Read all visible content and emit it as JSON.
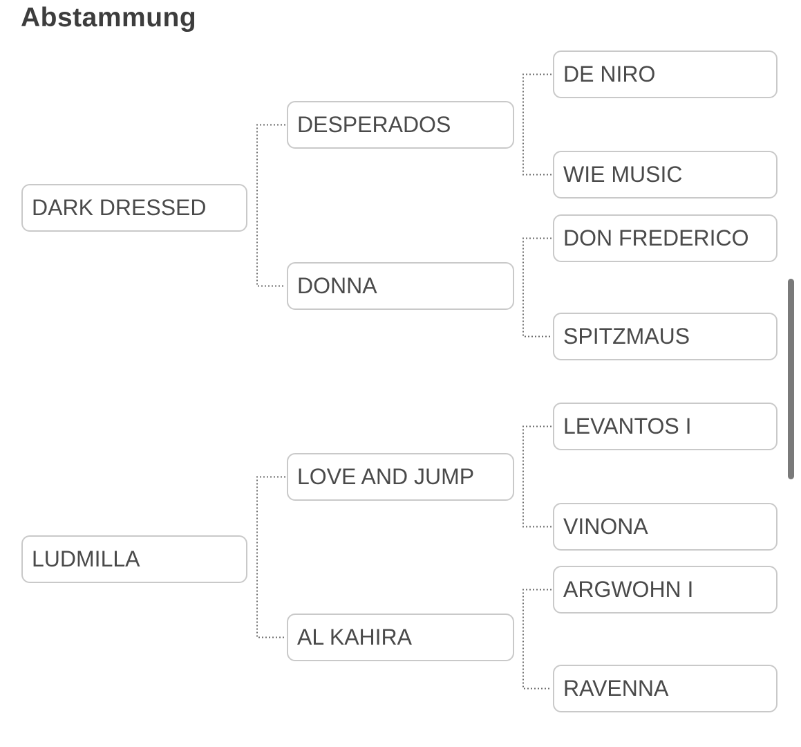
{
  "page": {
    "title": "Abstammung"
  },
  "pedigree": {
    "gen1": [
      "DARK DRESSED",
      "LUDMILLA"
    ],
    "gen2": [
      "DESPERADOS",
      "DONNA",
      "LOVE AND JUMP",
      "AL KAHIRA"
    ],
    "gen3": [
      "DE NIRO",
      "WIE MUSIC",
      "DON FREDERICO",
      "SPITZMAUS",
      "LEVANTOS I",
      "VINONA",
      "ARGWOHN I",
      "RAVENNA"
    ]
  },
  "colors": {
    "title_text": "#3d3d3d",
    "node_text": "#4a4a4a",
    "node_border": "#c9c9c9",
    "node_bg": "#ffffff",
    "connector": "#6e6e6e",
    "scrollbar_thumb": "#7a7a7a"
  }
}
